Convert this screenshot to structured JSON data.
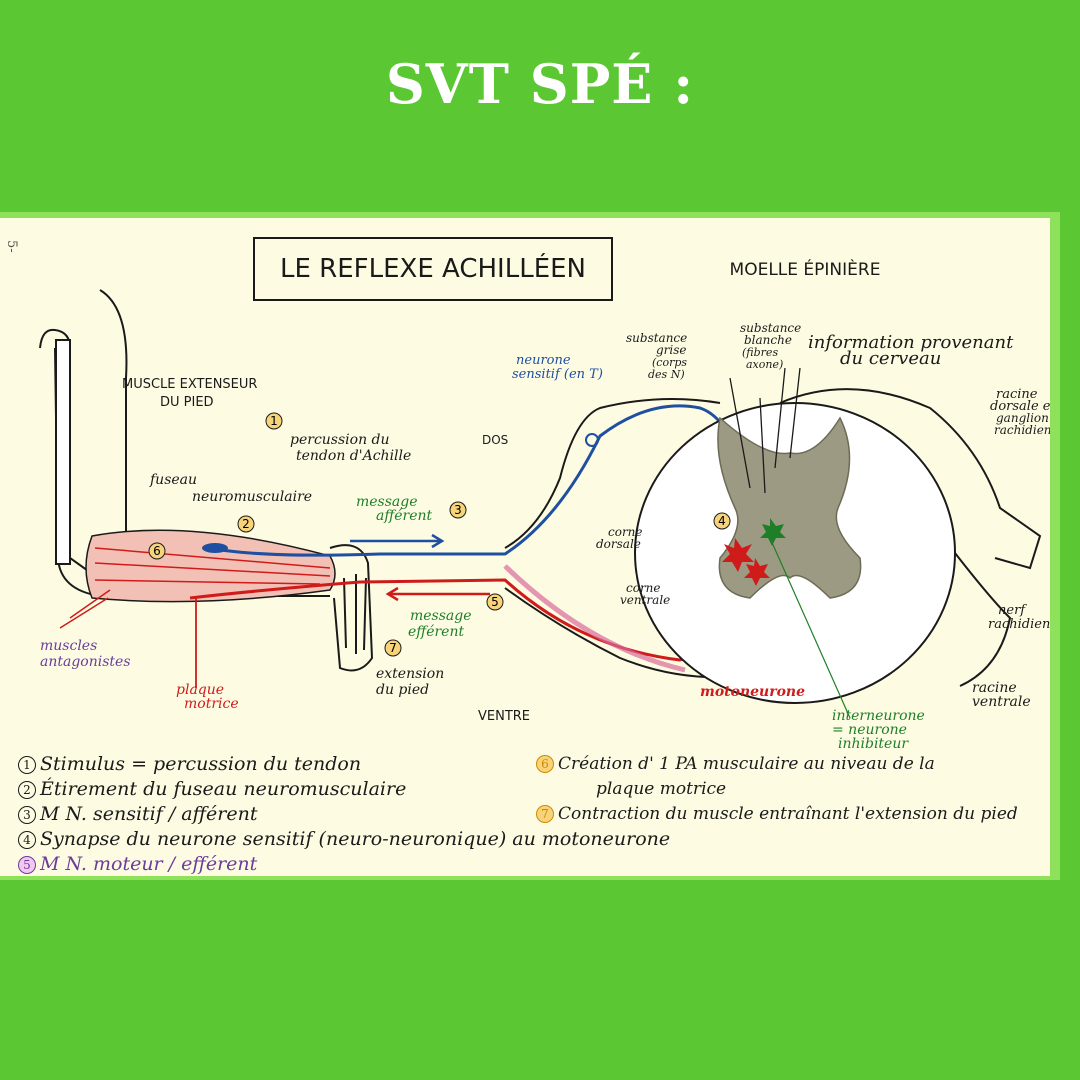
{
  "header": {
    "title": "SVT SPÉ :"
  },
  "diagram": {
    "title": "LE REFLEXE ACHILLÉEN",
    "moelle": "MOELLE ÉPINIÈRE",
    "muscle": [
      "MUSCLE EXTENSEUR",
      "DU PIED"
    ],
    "percussion": [
      "percussion du",
      "tendon d'Achille"
    ],
    "dos": "DOS",
    "ventre": "VENTRE",
    "fuseau": [
      "fuseau",
      "neuromusculaire"
    ],
    "message_afferent": [
      "message",
      "afférent"
    ],
    "message_efferent": [
      "message",
      "efférent"
    ],
    "extension": [
      "extension",
      "du pied"
    ],
    "muscles_antagonistes": [
      "muscles",
      "antagonistes"
    ],
    "plaque_motrice": [
      "plaque",
      "motrice"
    ],
    "neurone_sensitif": [
      "neurone",
      "sensitif (en T)"
    ],
    "substance_grise": [
      "substance",
      "grise",
      "(corps",
      "des N)"
    ],
    "substance_blanche": [
      "substance",
      "blanche",
      "(fibres",
      "axone)"
    ],
    "information": [
      "information provenant",
      "du cerveau"
    ],
    "racine_dorsale": [
      "racine",
      "dorsale et",
      "ganglion",
      "rachidien"
    ],
    "corne_dorsale": [
      "corne",
      "dorsale"
    ],
    "corne_ventrale": [
      "corne",
      "ventrale"
    ],
    "nerf": [
      "nerf",
      "rachidien"
    ],
    "racine_ventrale": [
      "racine",
      "ventrale"
    ],
    "motoneurone": "motoneurone",
    "interneurone": [
      "interneurone",
      "= neurone",
      "inhibiteur"
    ],
    "num_1": "1",
    "num_2": "2",
    "num_3": "3",
    "num_4": "4",
    "num_5": "5",
    "num_6": "6",
    "num_7": "7",
    "margin": "5-"
  },
  "legend": {
    "items": [
      {
        "n": "1",
        "text": "Stimulus = percussion du tendon"
      },
      {
        "n": "2",
        "text": "Étirement du fuseau neuromusculaire"
      },
      {
        "n": "3",
        "text": "M N. sensitif / afférent"
      },
      {
        "n": "4",
        "text": "Synapse du neurone sensitif (neuro-neuronique) au motoneurone"
      },
      {
        "n": "5",
        "text": "M N. moteur / efférent"
      },
      {
        "n": "6",
        "text": "Création d' 1 PA musculaire au niveau de la"
      },
      {
        "n": "",
        "text": "plaque motrice"
      },
      {
        "n": "7",
        "text": "Contraction du muscle entraînant l'extension du pied"
      }
    ]
  },
  "colors": {
    "background": "#5bc733",
    "card": "#fdfce3",
    "blue": "#1f4fa0",
    "red": "#d01b1b",
    "pink": "#d86a9a",
    "green": "#1e7f28",
    "grey_matter": "#9d9a84"
  }
}
